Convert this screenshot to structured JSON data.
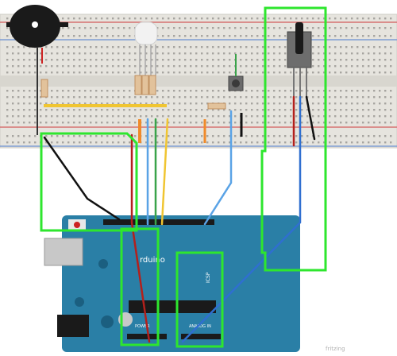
{
  "colors": {
    "breadboard": "#e4e2dc",
    "breadboard_hole": "#a7a5a0",
    "rail_red": "#d45b5b",
    "rail_blue": "#6a8fd1",
    "arduino_blue": "#2a7fa6",
    "arduino_dark": "#1b5f80",
    "highlight_green": "#2ee62e",
    "wire_red": "#b3201c",
    "wire_black": "#111111",
    "wire_blue": "#2f6fd0",
    "wire_light_blue": "#5aa3e6",
    "wire_yellow": "#f0c531",
    "wire_orange": "#f08a2a",
    "wire_green": "#3aa34a"
  },
  "arduino": {
    "logo_text": "rduino",
    "header_label": "ICSP",
    "analog_label": "ANALOG IN",
    "power_label": "POWER"
  },
  "footer": {
    "watermark": "fritzing"
  },
  "components": [
    {
      "name": "buzzer",
      "icon": "buzzer-icon"
    },
    {
      "name": "rgb-led",
      "icon": "led-icon"
    },
    {
      "name": "push-button",
      "icon": "button-icon"
    },
    {
      "name": "potentiometer",
      "icon": "potentiometer-icon"
    }
  ],
  "highlights": [
    {
      "label": "ground-wire-region"
    },
    {
      "label": "power-header-region"
    },
    {
      "label": "analog-header-region"
    },
    {
      "label": "potentiometer-region"
    }
  ]
}
